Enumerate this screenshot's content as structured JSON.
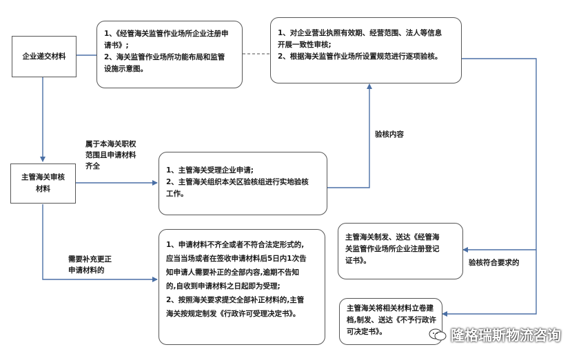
{
  "boxes": {
    "submit": {
      "text": "企业递交材料"
    },
    "required_docs": {
      "lines": [
        "1、《经管海关监管作业场所企业注册申",
        "请书》;",
        "2、海关监管作业场所功能布局和监管",
        "设施示意图。"
      ]
    },
    "verify": {
      "lines": [
        "1、对企业营业执照有效期、经营范围、法人等信息",
        "开展一致性审核;",
        "2、根据海关监管作业场所设置规范进行逐项验核。"
      ]
    },
    "review": {
      "lines": [
        "主管海关审核",
        "材料"
      ]
    },
    "accept": {
      "lines": [
        "1、主管海关受理企业申请;",
        "2、主管海关组织本关区验核组进行实地验核",
        "工作。"
      ]
    },
    "supplement": {
      "lines": [
        "1、申请材料不齐全或者不符合法定形式的,",
        "应当当场或者在签收申请材料后5日内1次告",
        "知申请人需要补正的全部内容,逾期不告知",
        "的,自收到申请材料之日起即为受理;",
        "2、按照海关要求提交全部补正材料的,主管",
        "海关按规定制发《行政许可受理决定书》。"
      ]
    },
    "issue_cert": {
      "lines": [
        "主管海关制发、送达《经管海",
        "关监管作业场所企业注册登记",
        "证书》。"
      ]
    },
    "reject": {
      "lines": [
        "主管海关将相关材料立卷建",
        "档,制发、送达《不予行政许",
        "可决定书》。"
      ]
    }
  },
  "labels": {
    "jurisdiction": [
      "属于本海关职权",
      "范围且申请材料",
      "齐全"
    ],
    "verify_content": "验核内容",
    "need_supplement": [
      "需要补充更正",
      "申请材料的"
    ],
    "meets_requirements": "验核符合要求的"
  },
  "watermark": {
    "text": "隆格瑞斯物流咨询",
    "icon": "wechat-icon"
  }
}
